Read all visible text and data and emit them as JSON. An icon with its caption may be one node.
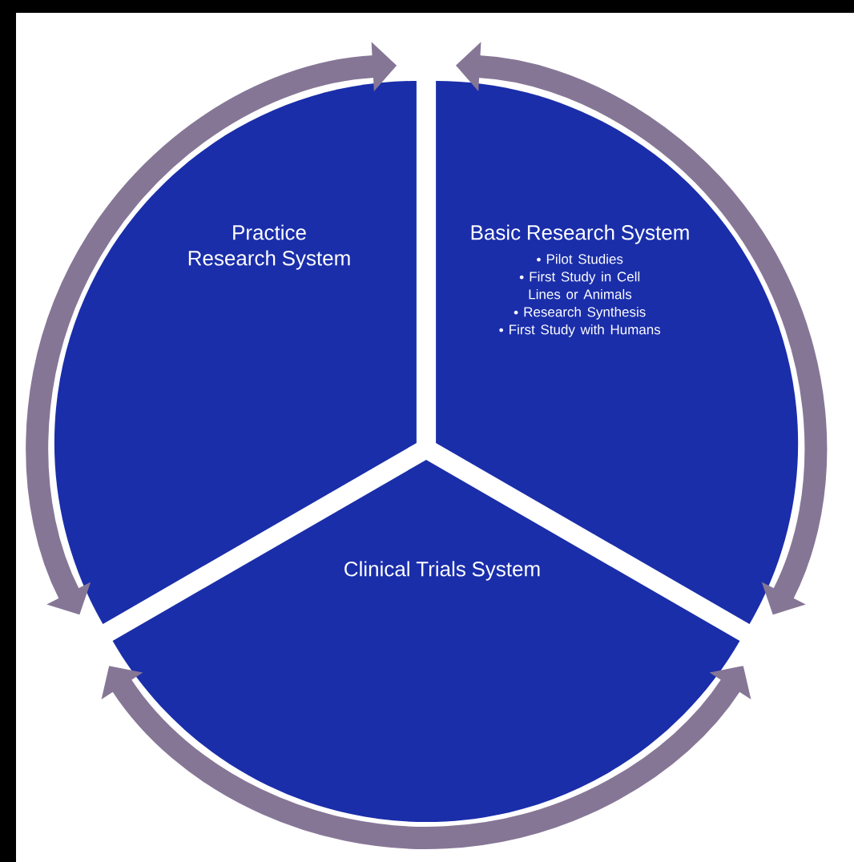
{
  "diagram": {
    "nodes": [
      {
        "text": [
          "Practice Research System"
        ]
      },
      {
        "text": [
          "Basic Research System",
          "Pilot Studies",
          "First Study in Cell Lines or Animals",
          "Research Synthesis",
          "First Study with Humans"
        ]
      },
      {
        "text": [
          "Clinical Trials System"
        ]
      }
    ]
  }
}
